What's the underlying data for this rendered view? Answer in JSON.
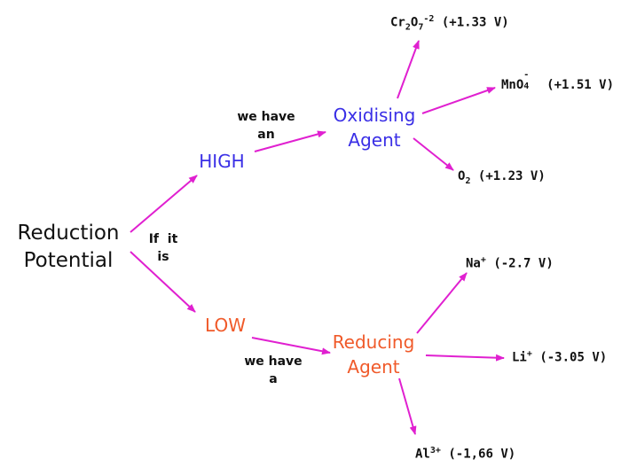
{
  "root": {
    "line1": "Reduction",
    "line2": "Potential"
  },
  "condition": {
    "line1": "If  it",
    "line2": "is"
  },
  "high_label": "HIGH",
  "low_label": "LOW",
  "high_link": {
    "line1": "we have",
    "line2": "an"
  },
  "low_link": {
    "line1": "we have",
    "line2": "a"
  },
  "oxidising": {
    "line1": "Oxidising",
    "line2": "Agent"
  },
  "reducing": {
    "line1": "Reducing",
    "line2": "Agent"
  },
  "ions": {
    "cr2o7": {
      "e1": "Cr",
      "s1": "2",
      "e2": "O",
      "s2": "7",
      "charge": "-2",
      "value": " (+1.33 V)"
    },
    "mno4": {
      "e1": "MnO",
      "s1": "4",
      "charge": "-",
      "value": "  (+1.51 V)"
    },
    "o2": {
      "e1": "O",
      "s1": "2",
      "value": " (+1.23 V)"
    },
    "na": {
      "e1": "Na",
      "charge": "+",
      "value": " (-2.7 V)"
    },
    "li": {
      "e1": "Li",
      "charge": "+",
      "value": " (-3.05 V)"
    },
    "al": {
      "e1": "Al",
      "charge": "3+",
      "value": " (-1,66 V)"
    }
  },
  "colors": {
    "arrow": "#e020d0",
    "high": "#3a2fe6",
    "low": "#f05a2a",
    "text": "#111111"
  }
}
